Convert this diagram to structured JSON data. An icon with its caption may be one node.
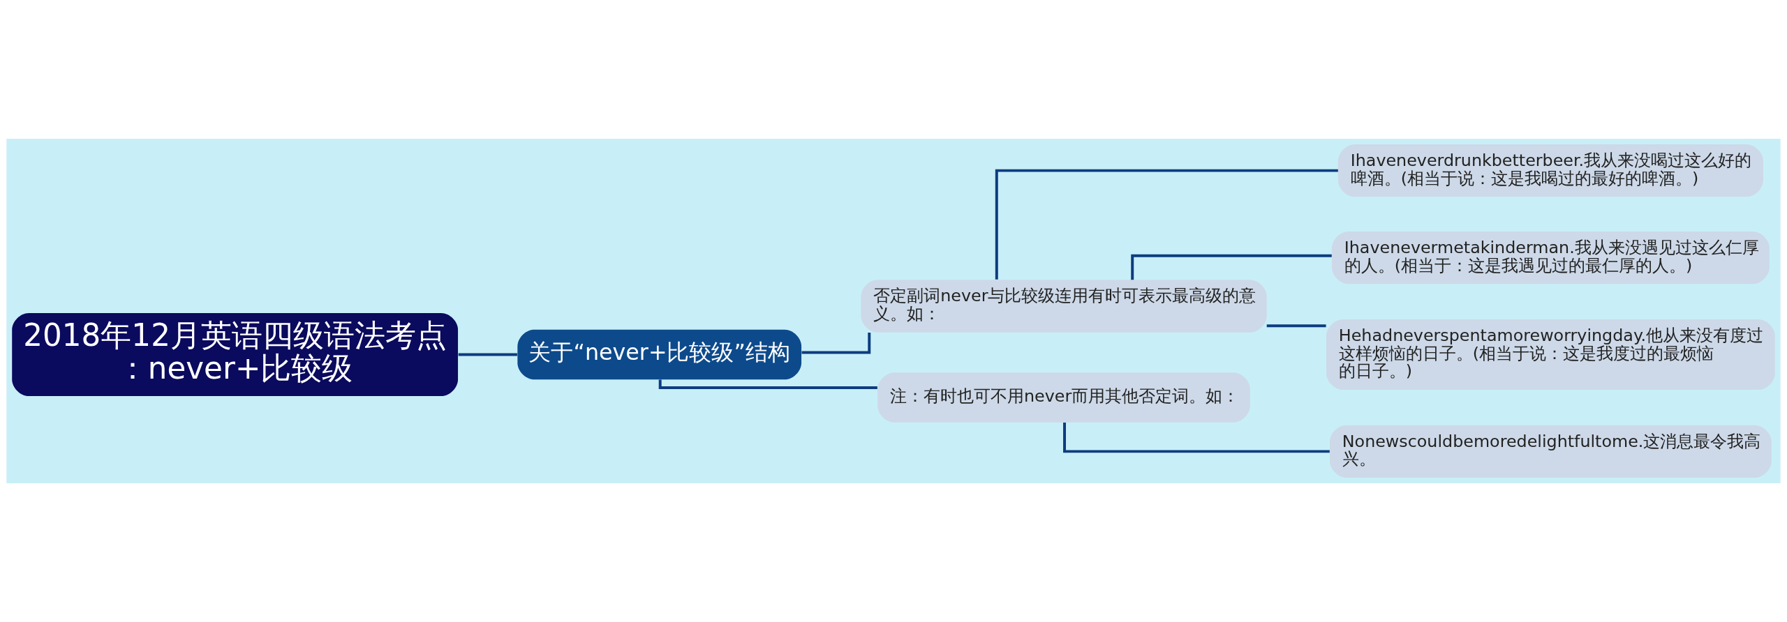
{
  "diagram": {
    "nodes": [
      {
        "text": [
          "2018年12月英语四级语法考点：never+比较级"
        ]
      },
      {
        "text": [
          "关于“never+比较级”结构"
        ]
      },
      {
        "text": [
          "否定副词never与比较级连用有时可表示最高级的意义。如："
        ]
      },
      {
        "text": [
          "注：有时也可不用never而用其他否定词。如："
        ]
      },
      {
        "text": [
          "Ihaveneverdrunkbetterbeer.我从来没喝过这么好的啤酒。(相当于说：这是我喝过的最好的啤酒。)"
        ]
      },
      {
        "text": [
          "Ihavenevermetakinderman.我从来没遇见过这么仁厚的人。(相当于：这是我遇见过的最仁厚的人。)"
        ]
      },
      {
        "text": [
          "Hehadneverspentamoreworryingday.他从来没有度过这样烦恼的日子。(相当于说：这是我度过的最烦恼的日子。)"
        ]
      },
      {
        "text": [
          "Nonewscouldbemoredelightfultome.这消息最令我高兴。"
        ]
      }
    ],
    "edges": [
      {
        "from": 0,
        "to": 1,
        "arrow": "none"
      },
      {
        "from": 1,
        "to": 2,
        "arrow": "none"
      },
      {
        "from": 1,
        "to": 3,
        "arrow": "none"
      },
      {
        "from": 2,
        "to": 4,
        "arrow": "none"
      },
      {
        "from": 2,
        "to": 5,
        "arrow": "none"
      },
      {
        "from": 2,
        "to": 6,
        "arrow": "none"
      },
      {
        "from": 3,
        "to": 7,
        "arrow": "none"
      }
    ]
  }
}
